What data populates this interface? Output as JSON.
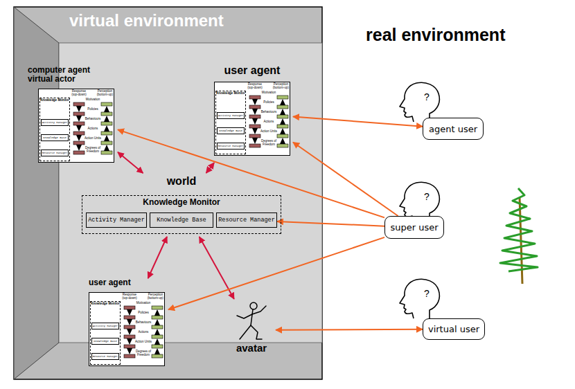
{
  "diagram": {
    "nodes": [
      {
        "text": [
          "virtual environment"
        ]
      },
      {
        "text": [
          "computer agent virtual actor"
        ],
        "in": 0
      },
      {
        "text": [
          "Knowledge Monitor"
        ],
        "in": 1
      },
      {
        "text": [
          "Activity Manager"
        ],
        "in": 2
      },
      {
        "text": [
          "Knowledge Base"
        ],
        "in": 2
      },
      {
        "text": [
          "Resource Manager"
        ],
        "in": 2
      },
      {
        "text": [
          "user agent"
        ],
        "in": 0
      },
      {
        "text": [
          "Knowledge Monitor"
        ],
        "in": 6
      },
      {
        "text": [
          "Activity Manager"
        ],
        "in": 7
      },
      {
        "text": [
          "Knowledge Base"
        ],
        "in": 7
      },
      {
        "text": [
          "Resource Manager"
        ],
        "in": 7
      },
      {
        "text": [
          "world"
        ],
        "in": 0
      },
      {
        "text": [
          "Knowledge Monitor"
        ],
        "in": 11
      },
      {
        "text": [
          "Activity Manager"
        ],
        "in": 12
      },
      {
        "text": [
          "Knowledge Base"
        ],
        "in": 12
      },
      {
        "text": [
          "Resource Manager"
        ],
        "in": 12
      },
      {
        "text": [
          "user agent"
        ],
        "in": 0
      },
      {
        "text": [
          "Knowledge Monitor"
        ],
        "in": 16
      },
      {
        "text": [
          "Activity Manager"
        ],
        "in": 17
      },
      {
        "text": [
          "Knowledge Base"
        ],
        "in": 17
      },
      {
        "text": [
          "Resource Manager"
        ],
        "in": 17
      },
      {
        "text": [
          "avatar"
        ],
        "in": 0
      },
      {
        "text": [
          "agent user"
        ]
      },
      {
        "text": [
          "super user"
        ]
      },
      {
        "text": [
          "virtual user"
        ]
      }
    ],
    "edges": [
      {
        "from": 1,
        "to": 11,
        "arrow": "both"
      },
      {
        "from": 6,
        "to": 11,
        "arrow": "both"
      },
      {
        "from": 11,
        "to": 16,
        "arrow": "both"
      },
      {
        "from": 11,
        "to": 21,
        "arrow": "both"
      },
      {
        "from": 22,
        "to": 6,
        "arrow": "both"
      },
      {
        "from": 23,
        "to": 1,
        "arrow": "to"
      },
      {
        "from": 23,
        "to": 6,
        "arrow": "to"
      },
      {
        "from": 23,
        "to": 15,
        "arrow": "to"
      },
      {
        "from": 23,
        "to": 16,
        "arrow": "to"
      },
      {
        "from": 24,
        "to": 21,
        "arrow": "both"
      }
    ],
    "labels": [
      "real environment",
      "?",
      "?",
      "?",
      "Response (top-down)",
      "Perception (bottom-up)",
      "Motivation",
      "Policies",
      "Behaviours",
      "Actions",
      "Action Units",
      "Degrees of Freedom",
      "Response (top-down)",
      "Perception (bottom-up)",
      "Motivation",
      "Policies",
      "Behaviours",
      "Actions",
      "Action Units",
      "Degrees of Freedom",
      "Response (top-down)",
      "Perception (bottom-up)",
      "Motivation",
      "Policies",
      "Behaviours",
      "Actions",
      "Action Units",
      "Degrees of Freedom"
    ]
  }
}
